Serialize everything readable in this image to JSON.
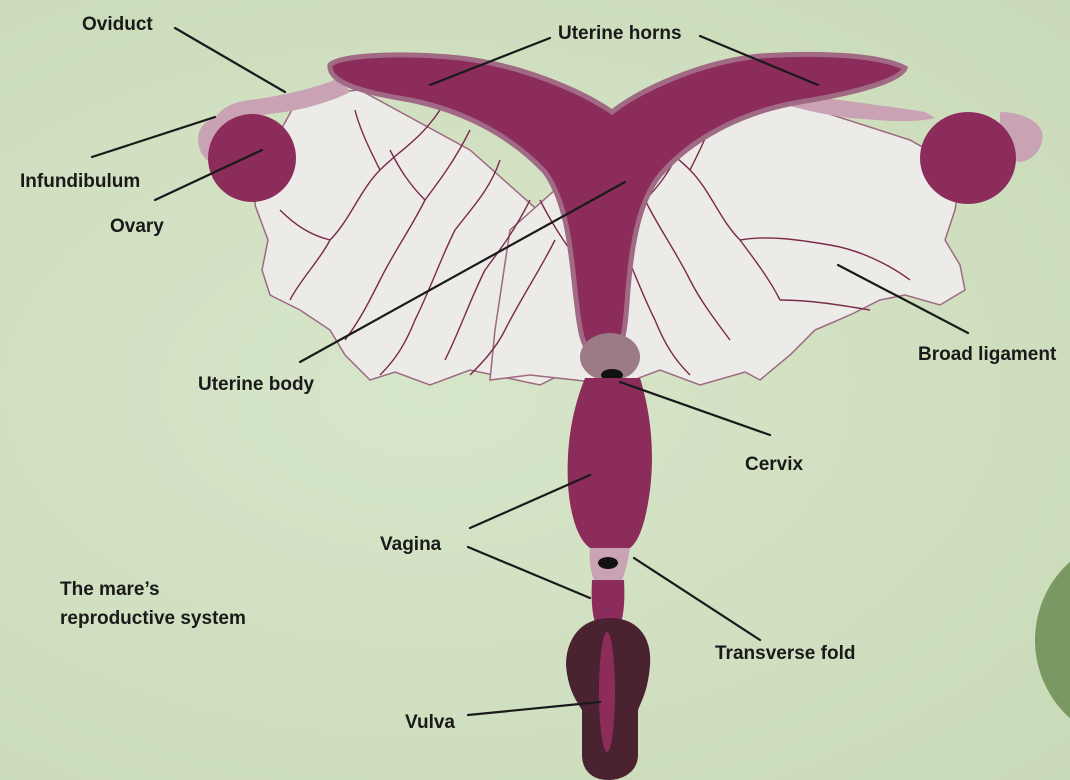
{
  "labels": {
    "oviduct": "Oviduct",
    "uterine_horns": "Uterine horns",
    "infundibulum": "Infundibulum",
    "ovary": "Ovary",
    "uterine_body": "Uterine body",
    "broad_ligament": "Broad ligament",
    "cervix": "Cervix",
    "vagina": "Vagina",
    "transverse_fold": "Transverse fold",
    "vulva": "Vulva",
    "caption_line1": "The mare’s",
    "caption_line2": "reproductive system"
  },
  "colors": {
    "background": "#d3e2c4",
    "uterus": "#8b2c5a",
    "uterus_outline": "#a06a85",
    "ligament": "#ecebe8",
    "oviduct": "#c9a3b4",
    "cervix": "#9c7a86",
    "vulva_dark": "#4a2230",
    "accent_circle": "#7a9862"
  }
}
